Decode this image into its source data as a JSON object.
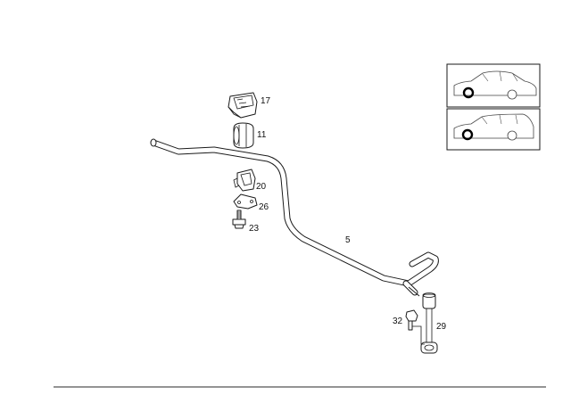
{
  "callouts": {
    "c17": "17",
    "c11": "11",
    "c20": "20",
    "c26": "26",
    "c23": "23",
    "c5": "5",
    "c32": "32",
    "c29": "29"
  },
  "vehicle_panels": [
    {
      "name": "sedan",
      "icon": "sedan-car-icon"
    },
    {
      "name": "estate",
      "icon": "estate-car-icon"
    }
  ],
  "colors": {
    "line": "#1a1a1a",
    "background": "#ffffff",
    "marker": "#000000"
  }
}
